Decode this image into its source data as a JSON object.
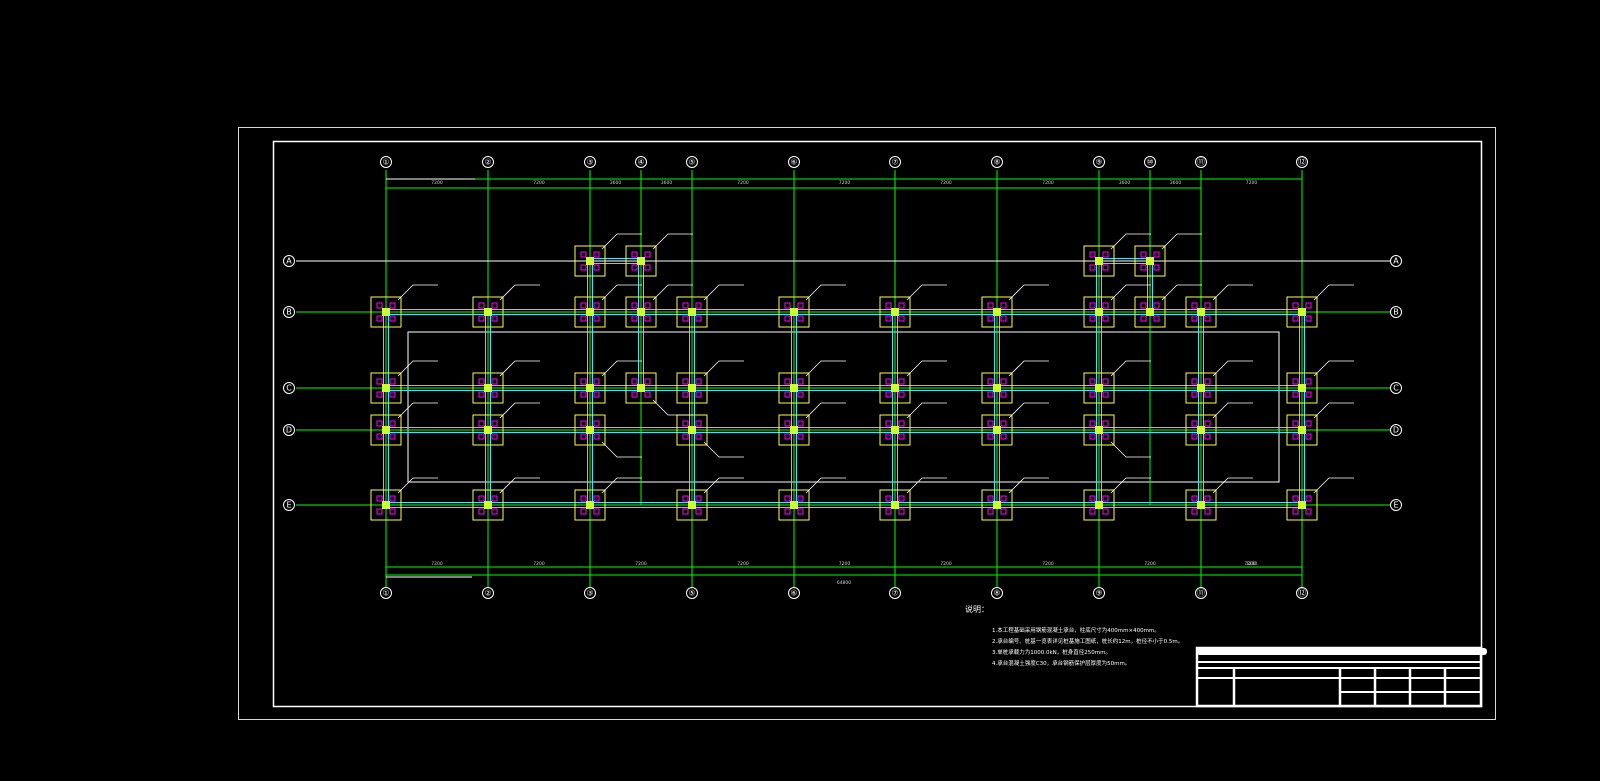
{
  "drawing": {
    "column_axes": [
      "①",
      "②",
      "③",
      "④",
      "⑤",
      "⑥",
      "⑦",
      "⑧",
      "⑨",
      "⑩",
      "⑪",
      "⑫"
    ],
    "column_axes_bottom": [
      "①",
      "②",
      "③",
      "⑤",
      "⑥",
      "⑦",
      "⑧",
      "⑨",
      "⑪",
      "⑫"
    ],
    "row_axes": [
      "A",
      "B",
      "C",
      "D",
      "E"
    ],
    "dims_top": [
      "7200",
      "7200",
      "3600",
      "3600",
      "7200",
      "7200",
      "7200",
      "7200",
      "3600",
      "3600",
      "7200"
    ],
    "dims_bottom": [
      "7200",
      "7200",
      "7200",
      "7200",
      "7200",
      "7200",
      "7200",
      "7200",
      "7200",
      "7200"
    ],
    "dims_bottom_total": "64800",
    "notes": {
      "title": "说明：",
      "lines": [
        "1.本工程基础采用钢筋混凝土承台，柱底尺寸为400mm×400mm。",
        "2.承台编号、桩基一览表详见桩基施工图纸，桩长约12m，桩径不小于0.5m。",
        "3.单桩承载力为1000.0kN，桩身直径250mm。",
        "4.承台混凝土强度C30，承台钢筋保护层厚度为50mm。"
      ]
    },
    "colors": {
      "background": "#000000",
      "border": "#ffffff",
      "axis_line": "#00ff00",
      "beam": "#40e0ff",
      "footing": "#ffff44",
      "pile": "#ff00ff",
      "column": "#ccff33",
      "leader": "#ffffff"
    }
  }
}
